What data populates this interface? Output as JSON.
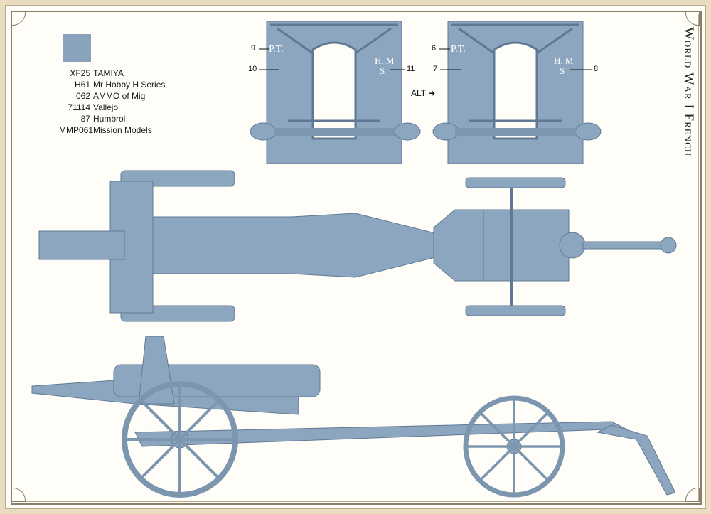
{
  "title": "World War I French",
  "paints": [
    {
      "code": "XF25",
      "name": "TAMIYA"
    },
    {
      "code": "H61",
      "name": "Mr Hobby H Series"
    },
    {
      "code": "062",
      "name": "AMMO of Mig"
    },
    {
      "code": "71114",
      "name": "Vallejo"
    },
    {
      "code": "87",
      "name": "Humbrol"
    },
    {
      "code": "MMP061",
      "name": "Mission Models"
    }
  ],
  "swatch_color": "#8aa3bd",
  "part_color": "#8da6bf",
  "decal_callouts": {
    "left": {
      "a": "9",
      "b": "10",
      "c": "11"
    },
    "right": {
      "a": "6",
      "b": "7",
      "c": "8"
    },
    "alt": "ALT"
  },
  "markings": {
    "pt": "P.T.",
    "hm": "H. M",
    "s": "S"
  }
}
